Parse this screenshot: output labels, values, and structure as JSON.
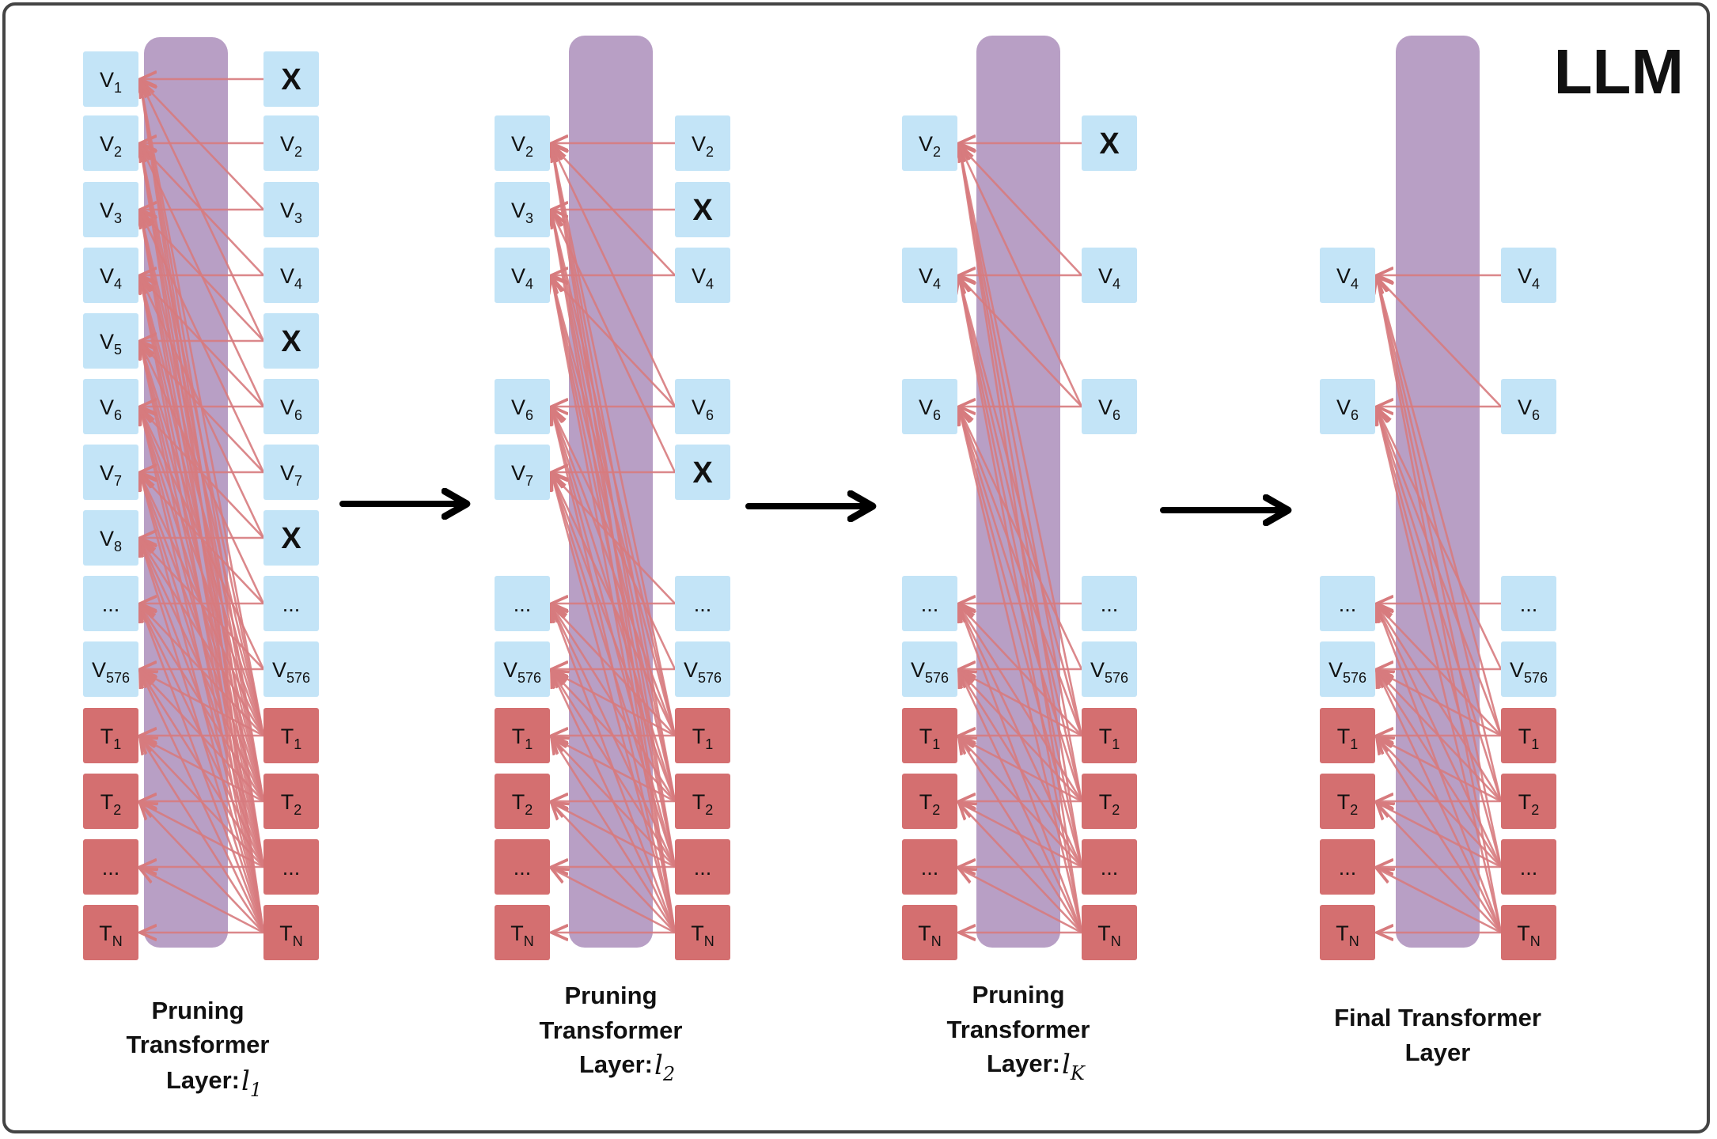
{
  "title": "LLM",
  "colors": {
    "visual_token": "#c3e4f7",
    "text_token": "#d46f70",
    "layer_bar": "#b89fc5",
    "connection": "#d77b7e",
    "arrow": "#000000"
  },
  "stages": [
    {
      "id": "l1",
      "caption": [
        "Pruning",
        "Transformer",
        "Layer: "
      ],
      "caption_math": {
        "base": "l",
        "sub": "1"
      },
      "inputs": [
        {
          "kind": "v",
          "base": "V",
          "sub": "1"
        },
        {
          "kind": "v",
          "base": "V",
          "sub": "2"
        },
        {
          "kind": "v",
          "base": "V",
          "sub": "3"
        },
        {
          "kind": "v",
          "base": "V",
          "sub": "4"
        },
        {
          "kind": "v",
          "base": "V",
          "sub": "5"
        },
        {
          "kind": "v",
          "base": "V",
          "sub": "6"
        },
        {
          "kind": "v",
          "base": "V",
          "sub": "7"
        },
        {
          "kind": "v",
          "base": "V",
          "sub": "8"
        },
        {
          "kind": "v",
          "base": "...",
          "sub": ""
        },
        {
          "kind": "v",
          "base": "V",
          "sub": "576"
        },
        {
          "kind": "t",
          "base": "T",
          "sub": "1"
        },
        {
          "kind": "t",
          "base": "T",
          "sub": "2"
        },
        {
          "kind": "t",
          "base": "...",
          "sub": ""
        },
        {
          "kind": "t",
          "base": "T",
          "sub": "N"
        }
      ],
      "outputs": [
        {
          "kind": "v",
          "base": "X",
          "sub": "",
          "pruned": true
        },
        {
          "kind": "v",
          "base": "V",
          "sub": "2"
        },
        {
          "kind": "v",
          "base": "V",
          "sub": "3"
        },
        {
          "kind": "v",
          "base": "V",
          "sub": "4"
        },
        {
          "kind": "v",
          "base": "X",
          "sub": "",
          "pruned": true
        },
        {
          "kind": "v",
          "base": "V",
          "sub": "6"
        },
        {
          "kind": "v",
          "base": "V",
          "sub": "7"
        },
        {
          "kind": "v",
          "base": "X",
          "sub": "",
          "pruned": true
        },
        {
          "kind": "v",
          "base": "...",
          "sub": ""
        },
        {
          "kind": "v",
          "base": "V",
          "sub": "576"
        },
        {
          "kind": "t",
          "base": "T",
          "sub": "1"
        },
        {
          "kind": "t",
          "base": "T",
          "sub": "2"
        },
        {
          "kind": "t",
          "base": "...",
          "sub": ""
        },
        {
          "kind": "t",
          "base": "T",
          "sub": "N"
        }
      ]
    },
    {
      "id": "l2",
      "caption": [
        "Pruning",
        "Transformer",
        "Layer: "
      ],
      "caption_math": {
        "base": "l",
        "sub": "2"
      },
      "inputs": [
        null,
        {
          "kind": "v",
          "base": "V",
          "sub": "2"
        },
        {
          "kind": "v",
          "base": "V",
          "sub": "3"
        },
        {
          "kind": "v",
          "base": "V",
          "sub": "4"
        },
        null,
        {
          "kind": "v",
          "base": "V",
          "sub": "6"
        },
        {
          "kind": "v",
          "base": "V",
          "sub": "7"
        },
        null,
        {
          "kind": "v",
          "base": "...",
          "sub": ""
        },
        {
          "kind": "v",
          "base": "V",
          "sub": "576"
        },
        {
          "kind": "t",
          "base": "T",
          "sub": "1"
        },
        {
          "kind": "t",
          "base": "T",
          "sub": "2"
        },
        {
          "kind": "t",
          "base": "...",
          "sub": ""
        },
        {
          "kind": "t",
          "base": "T",
          "sub": "N"
        }
      ],
      "outputs": [
        null,
        {
          "kind": "v",
          "base": "V",
          "sub": "2"
        },
        {
          "kind": "v",
          "base": "X",
          "sub": "",
          "pruned": true
        },
        {
          "kind": "v",
          "base": "V",
          "sub": "4"
        },
        null,
        {
          "kind": "v",
          "base": "V",
          "sub": "6"
        },
        {
          "kind": "v",
          "base": "X",
          "sub": "",
          "pruned": true
        },
        null,
        {
          "kind": "v",
          "base": "...",
          "sub": ""
        },
        {
          "kind": "v",
          "base": "V",
          "sub": "576"
        },
        {
          "kind": "t",
          "base": "T",
          "sub": "1"
        },
        {
          "kind": "t",
          "base": "T",
          "sub": "2"
        },
        {
          "kind": "t",
          "base": "...",
          "sub": ""
        },
        {
          "kind": "t",
          "base": "T",
          "sub": "N"
        }
      ]
    },
    {
      "id": "lK",
      "caption": [
        "Pruning",
        "Transformer",
        "Layer: "
      ],
      "caption_math": {
        "base": "l",
        "sub": "K"
      },
      "inputs": [
        null,
        {
          "kind": "v",
          "base": "V",
          "sub": "2"
        },
        null,
        {
          "kind": "v",
          "base": "V",
          "sub": "4"
        },
        null,
        {
          "kind": "v",
          "base": "V",
          "sub": "6"
        },
        null,
        null,
        {
          "kind": "v",
          "base": "...",
          "sub": ""
        },
        {
          "kind": "v",
          "base": "V",
          "sub": "576"
        },
        {
          "kind": "t",
          "base": "T",
          "sub": "1"
        },
        {
          "kind": "t",
          "base": "T",
          "sub": "2"
        },
        {
          "kind": "t",
          "base": "...",
          "sub": ""
        },
        {
          "kind": "t",
          "base": "T",
          "sub": "N"
        }
      ],
      "outputs": [
        null,
        {
          "kind": "v",
          "base": "X",
          "sub": "",
          "pruned": true
        },
        null,
        {
          "kind": "v",
          "base": "V",
          "sub": "4"
        },
        null,
        {
          "kind": "v",
          "base": "V",
          "sub": "6"
        },
        null,
        null,
        {
          "kind": "v",
          "base": "...",
          "sub": ""
        },
        {
          "kind": "v",
          "base": "V",
          "sub": "576"
        },
        {
          "kind": "t",
          "base": "T",
          "sub": "1"
        },
        {
          "kind": "t",
          "base": "T",
          "sub": "2"
        },
        {
          "kind": "t",
          "base": "...",
          "sub": ""
        },
        {
          "kind": "t",
          "base": "T",
          "sub": "N"
        }
      ]
    },
    {
      "id": "final",
      "caption": [
        "Final Transformer",
        "Layer"
      ],
      "caption_math": null,
      "inputs": [
        null,
        null,
        null,
        {
          "kind": "v",
          "base": "V",
          "sub": "4"
        },
        null,
        {
          "kind": "v",
          "base": "V",
          "sub": "6"
        },
        null,
        null,
        {
          "kind": "v",
          "base": "...",
          "sub": ""
        },
        {
          "kind": "v",
          "base": "V",
          "sub": "576"
        },
        {
          "kind": "t",
          "base": "T",
          "sub": "1"
        },
        {
          "kind": "t",
          "base": "T",
          "sub": "2"
        },
        {
          "kind": "t",
          "base": "...",
          "sub": ""
        },
        {
          "kind": "t",
          "base": "T",
          "sub": "N"
        }
      ],
      "outputs": [
        null,
        null,
        null,
        {
          "kind": "v",
          "base": "V",
          "sub": "4"
        },
        null,
        {
          "kind": "v",
          "base": "V",
          "sub": "6"
        },
        null,
        null,
        {
          "kind": "v",
          "base": "...",
          "sub": ""
        },
        {
          "kind": "v",
          "base": "V",
          "sub": "576"
        },
        {
          "kind": "t",
          "base": "T",
          "sub": "1"
        },
        {
          "kind": "t",
          "base": "T",
          "sub": "2"
        },
        {
          "kind": "t",
          "base": "...",
          "sub": ""
        },
        {
          "kind": "t",
          "base": "T",
          "sub": "N"
        }
      ]
    }
  ]
}
